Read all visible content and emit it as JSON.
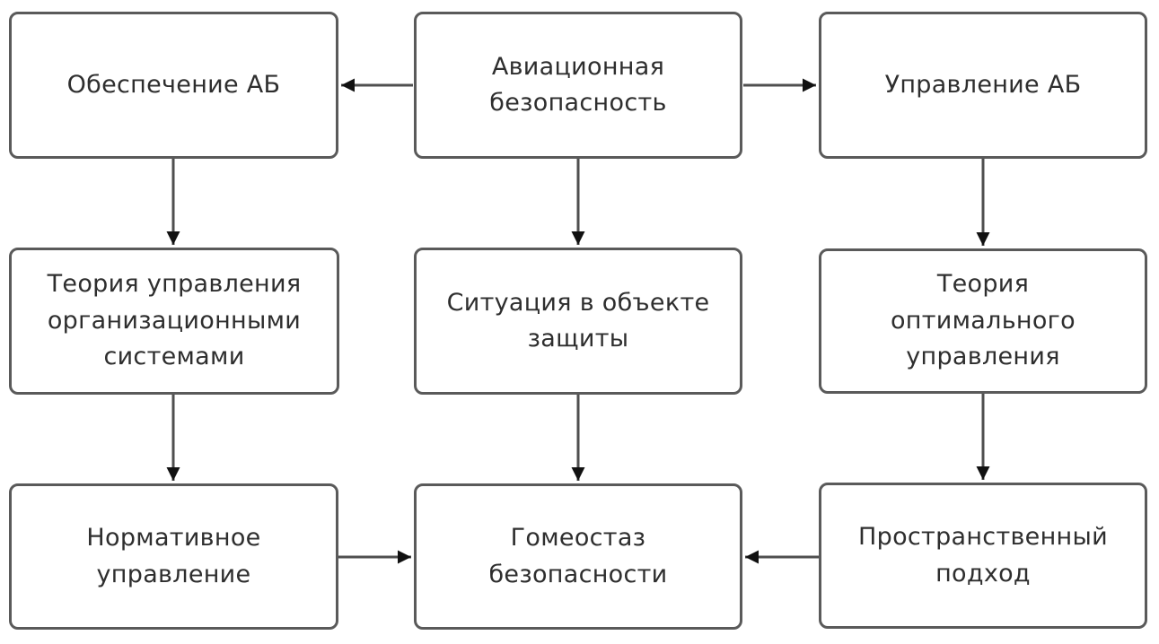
{
  "colors": {
    "page_bg": "#ffffff",
    "node_fill": "#ffffff",
    "box_border": "#5a5a5a",
    "arrow_color": "#4f4f4f",
    "arrowhead_color": "#111111",
    "text_color": "#2e2e2e"
  },
  "diagram": {
    "nodes": {
      "security_provision": {
        "label": "Обеспечение АБ"
      },
      "aviation_security": {
        "label": "Авиационная\nбезопасность"
      },
      "security_management": {
        "label": "Управление АБ"
      },
      "org_systems_theory": {
        "label": "Теория управления\nорганизационными\nсистемами"
      },
      "protected_object_situation": {
        "label": "Ситуация в объекте\nзащиты"
      },
      "optimal_control_theory": {
        "label": "Теория\nоптимального\nуправления"
      },
      "normative_control": {
        "label": "Нормативное\nуправление"
      },
      "security_homeostasis": {
        "label": "Гомеостаз\nбезопасности"
      },
      "spatial_approach": {
        "label": "Пространственный\nподход"
      }
    },
    "edges": [
      {
        "from": "aviation_security",
        "to": "security_provision"
      },
      {
        "from": "aviation_security",
        "to": "security_management"
      },
      {
        "from": "security_provision",
        "to": "org_systems_theory"
      },
      {
        "from": "aviation_security",
        "to": "protected_object_situation"
      },
      {
        "from": "security_management",
        "to": "optimal_control_theory"
      },
      {
        "from": "org_systems_theory",
        "to": "normative_control"
      },
      {
        "from": "protected_object_situation",
        "to": "security_homeostasis"
      },
      {
        "from": "optimal_control_theory",
        "to": "spatial_approach"
      },
      {
        "from": "normative_control",
        "to": "security_homeostasis"
      },
      {
        "from": "spatial_approach",
        "to": "security_homeostasis"
      }
    ]
  }
}
